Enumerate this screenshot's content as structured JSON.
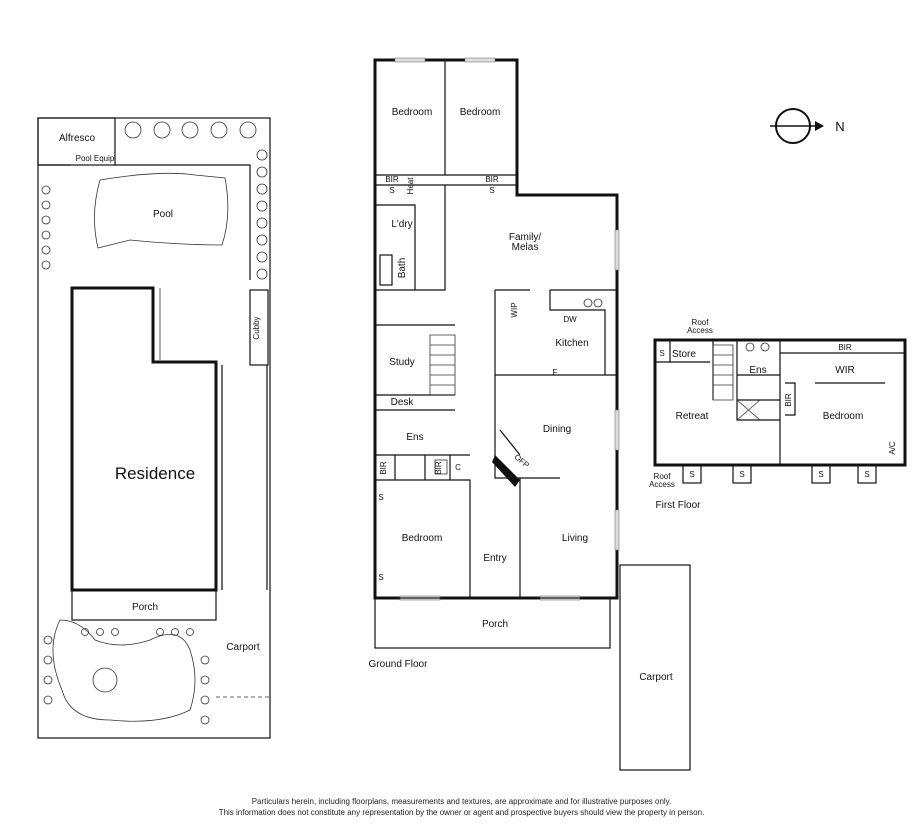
{
  "site_plan": {
    "labels": {
      "alfresco": "Alfresco",
      "pool_equip": "Pool Equip",
      "pool": "Pool",
      "cubby": "Cubby",
      "residence": "Residence",
      "porch": "Porch",
      "carport": "Carport"
    }
  },
  "ground_floor": {
    "title": "Ground Floor",
    "labels": {
      "bedroom1": "Bedroom",
      "bedroom2": "Bedroom",
      "bir1": "BIR",
      "s1": "S",
      "heat": "Heat",
      "bir2": "BIR",
      "s2": "S",
      "laundry": "L'dry",
      "bath": "Bath",
      "family": "Family/",
      "meals": "Melas",
      "wip": "WIP",
      "dw": "DW",
      "kitchen": "Kitchen",
      "fridge": "F",
      "study": "Study",
      "desk": "Desk",
      "ens": "Ens",
      "bir3": "BIR",
      "bir4": "BIR",
      "c": "C",
      "dining": "Dining",
      "ofp": "OFP",
      "s3": "S",
      "s4": "S",
      "bedroom3": "Bedroom",
      "entry": "Entry",
      "living": "Living",
      "porch": "Porch",
      "carport": "Carport"
    }
  },
  "first_floor": {
    "title": "First Floor",
    "labels": {
      "roof_access_top_1": "Roof",
      "roof_access_top_2": "Access",
      "s": "S",
      "store": "Store",
      "ens": "Ens",
      "bir": "BIR",
      "wir": "WIR",
      "bir2": "BIR",
      "retreat": "Retreat",
      "bedroom": "Bedroom",
      "ac": "A/C",
      "roof_access_bottom_1": "Roof",
      "roof_access_bottom_2": "Access",
      "s1": "S",
      "s2": "S",
      "s3": "S",
      "s4": "S"
    }
  },
  "compass": {
    "north": "N"
  },
  "disclaimer": {
    "line1": "Particulars herein, including floorplans, measurements and textures, are approximate and for illustrative purposes only.",
    "line2": "This information does not constitute any representation by the owner or agent and prospective buyers should view the property in person."
  }
}
